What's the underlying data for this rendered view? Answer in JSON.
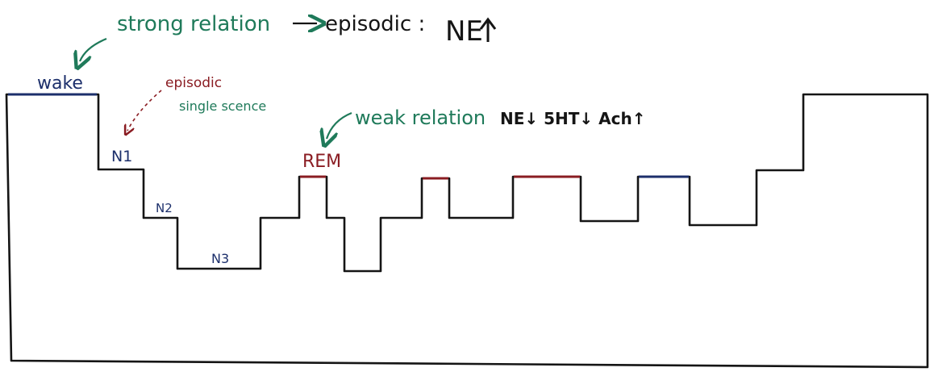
{
  "annotations": {
    "strong_relation": "strong relation",
    "episodic_top": "episodic :",
    "ne_top": "NE",
    "episodic_small": "episodic",
    "single_scene": "single scence",
    "weak_relation": "weak relation",
    "weak_chemicals": "NE↓  5HT↓  Ach↑"
  },
  "stages": {
    "wake": "wake",
    "n1": "N1",
    "n2": "N2",
    "n3": "N3",
    "rem": "REM"
  },
  "colors": {
    "green": "#1f7a5a",
    "navy": "#1c2f6b",
    "red": "#8a1c22",
    "ink": "#151515"
  }
}
